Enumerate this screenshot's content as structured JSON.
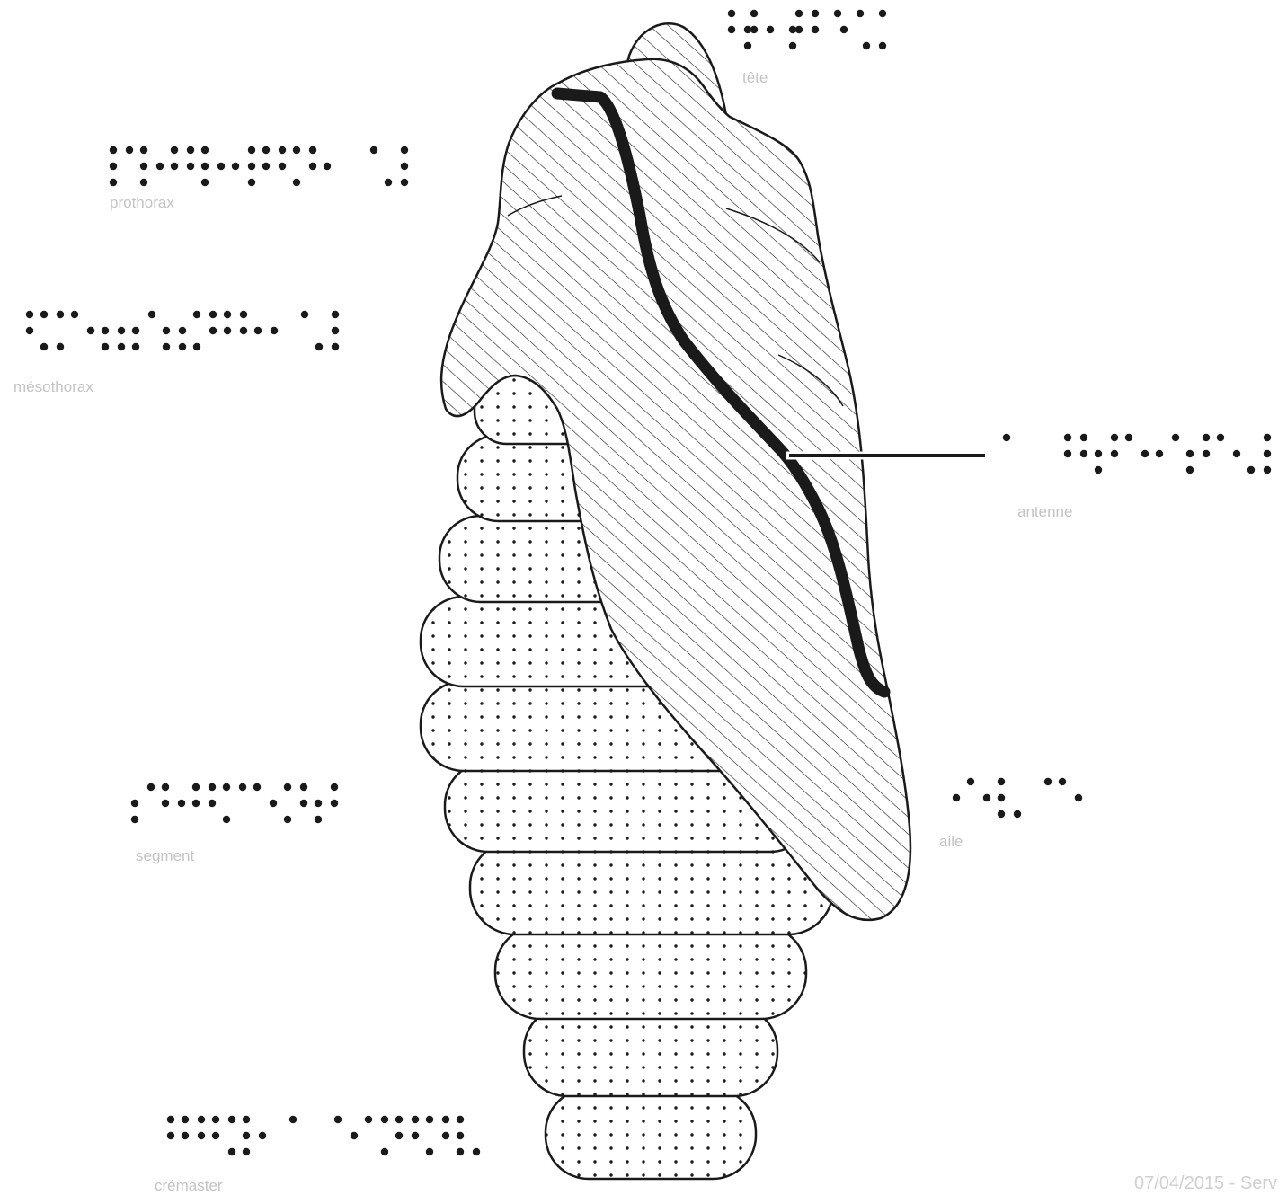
{
  "labels": {
    "tete": "tête",
    "prothorax": "prothorax",
    "mesothorax": "mésothorax",
    "antenne": "antenne",
    "segment": "segment",
    "aile": "aile",
    "cremaster": "crémaster"
  },
  "footer": "07/04/2015 - Serv",
  "colors": {
    "ink": "#1a1a1a",
    "label": "#c3c3c3",
    "background": "#ffffff"
  }
}
